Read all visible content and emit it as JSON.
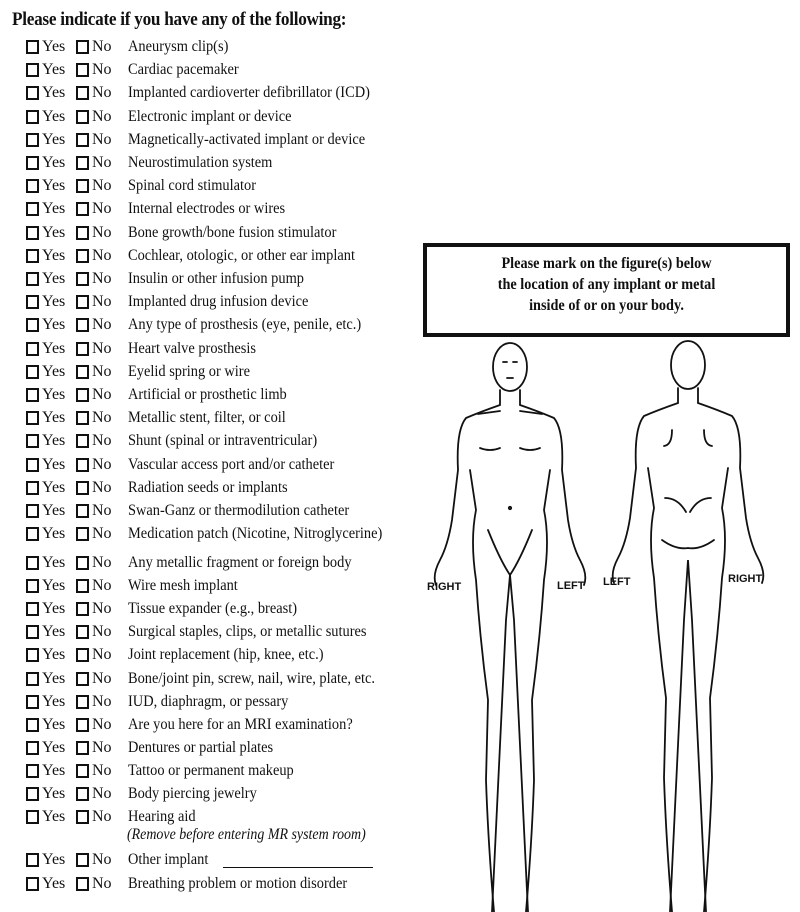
{
  "heading": "Please indicate if you have any of the following:",
  "yes_label": "Yes",
  "no_label": "No",
  "items": [
    "Aneurysm clip(s)",
    "Cardiac pacemaker",
    "Implanted cardioverter defibrillator (ICD)",
    "Electronic implant or device",
    "Magnetically-activated implant or device",
    "Neurostimulation system",
    "Spinal cord stimulator",
    "Internal electrodes or wires",
    "Bone growth/bone fusion stimulator",
    "Cochlear, otologic, or other ear implant",
    "Insulin or other infusion pump",
    "Implanted drug infusion device",
    "Any type of prosthesis (eye, penile, etc.)",
    "Heart valve prosthesis",
    "Eyelid spring or wire",
    "Artificial or prosthetic limb",
    "Metallic stent, filter, or coil",
    "Shunt (spinal or intraventricular)",
    "Vascular access port and/or catheter",
    "Radiation seeds or implants",
    "Swan-Ganz or thermodilution catheter",
    "Medication patch (Nicotine, Nitroglycerine)",
    "Any metallic fragment or foreign body",
    "Wire mesh implant",
    "Tissue expander (e.g., breast)",
    "Surgical staples, clips, or metallic sutures",
    "Joint replacement (hip, knee, etc.)",
    "Bone/joint pin, screw, nail, wire, plate, etc.",
    "IUD, diaphragm, or pessary",
    "Are you here for an MRI examination?",
    "Dentures or partial plates",
    "Tattoo or permanent makeup",
    "Body piercing jewelry",
    "Hearing aid",
    "Other implant",
    "Breathing problem or motion disorder"
  ],
  "hearing_aid_note": "(Remove before entering MR system room)",
  "instruction_box": [
    "Please mark on the figure(s) below",
    "the location of any implant or metal",
    "inside of or on your body."
  ],
  "figure_labels": {
    "front_right": "RIGHT",
    "front_left": "LEFT",
    "back_left": "LEFT",
    "back_right": "RIGHT"
  }
}
